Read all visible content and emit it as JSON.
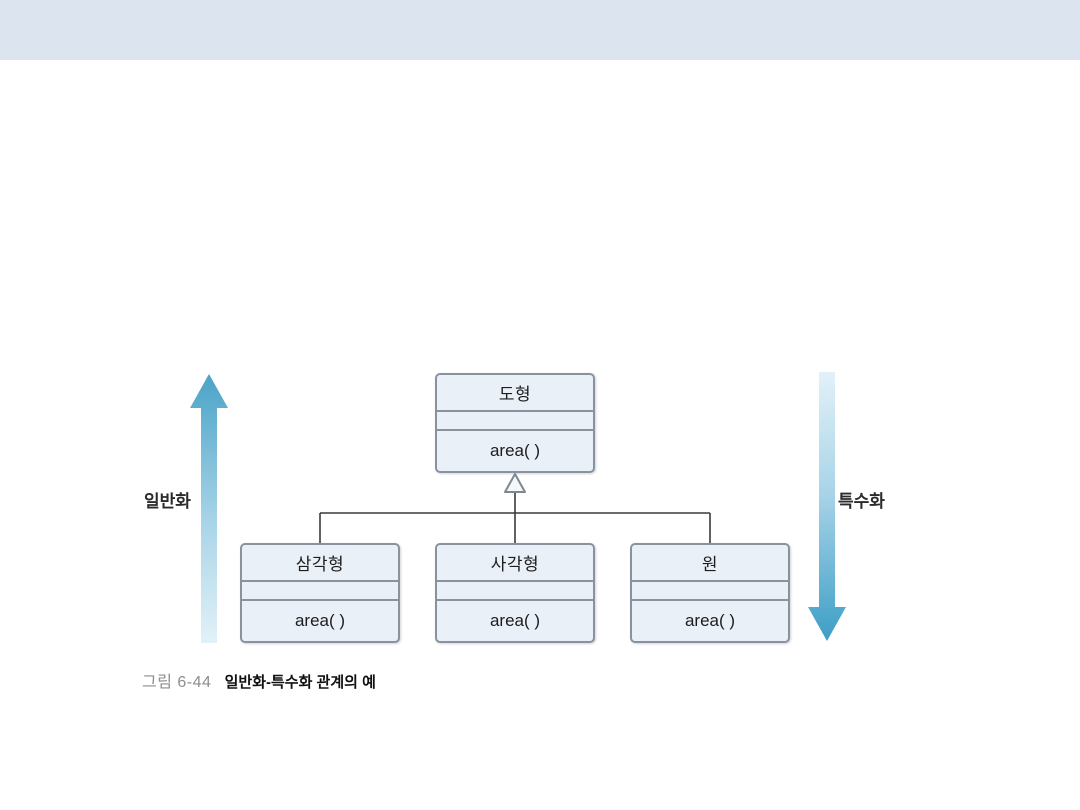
{
  "slide": {
    "header_band_color": "#dce4f0",
    "background_color": "#ffffff"
  },
  "diagram": {
    "type": "uml-class-diagram",
    "relationship": "generalization",
    "box_fill_color": "#e9f0f7",
    "box_border_color": "#8a939d",
    "connector_color": "#3a3a3a",
    "parent": {
      "name": "도형",
      "attributes": "",
      "operations": "area( )"
    },
    "children": [
      {
        "name": "삼각형",
        "attributes": "",
        "operations": "area( )"
      },
      {
        "name": "사각형",
        "attributes": "",
        "operations": "area( )"
      },
      {
        "name": "원",
        "attributes": "",
        "operations": "area( )"
      }
    ],
    "arrows": [
      {
        "label": "일반화",
        "direction": "up",
        "gradient_from": "#4aa3c7",
        "gradient_to": "#dcedf5"
      },
      {
        "label": "특수화",
        "direction": "down",
        "gradient_from": "#dcedf5",
        "gradient_to": "#3d9ec6"
      }
    ]
  },
  "caption": {
    "number": "그림 6-44",
    "title": "일반화-특수화 관계의 예"
  }
}
